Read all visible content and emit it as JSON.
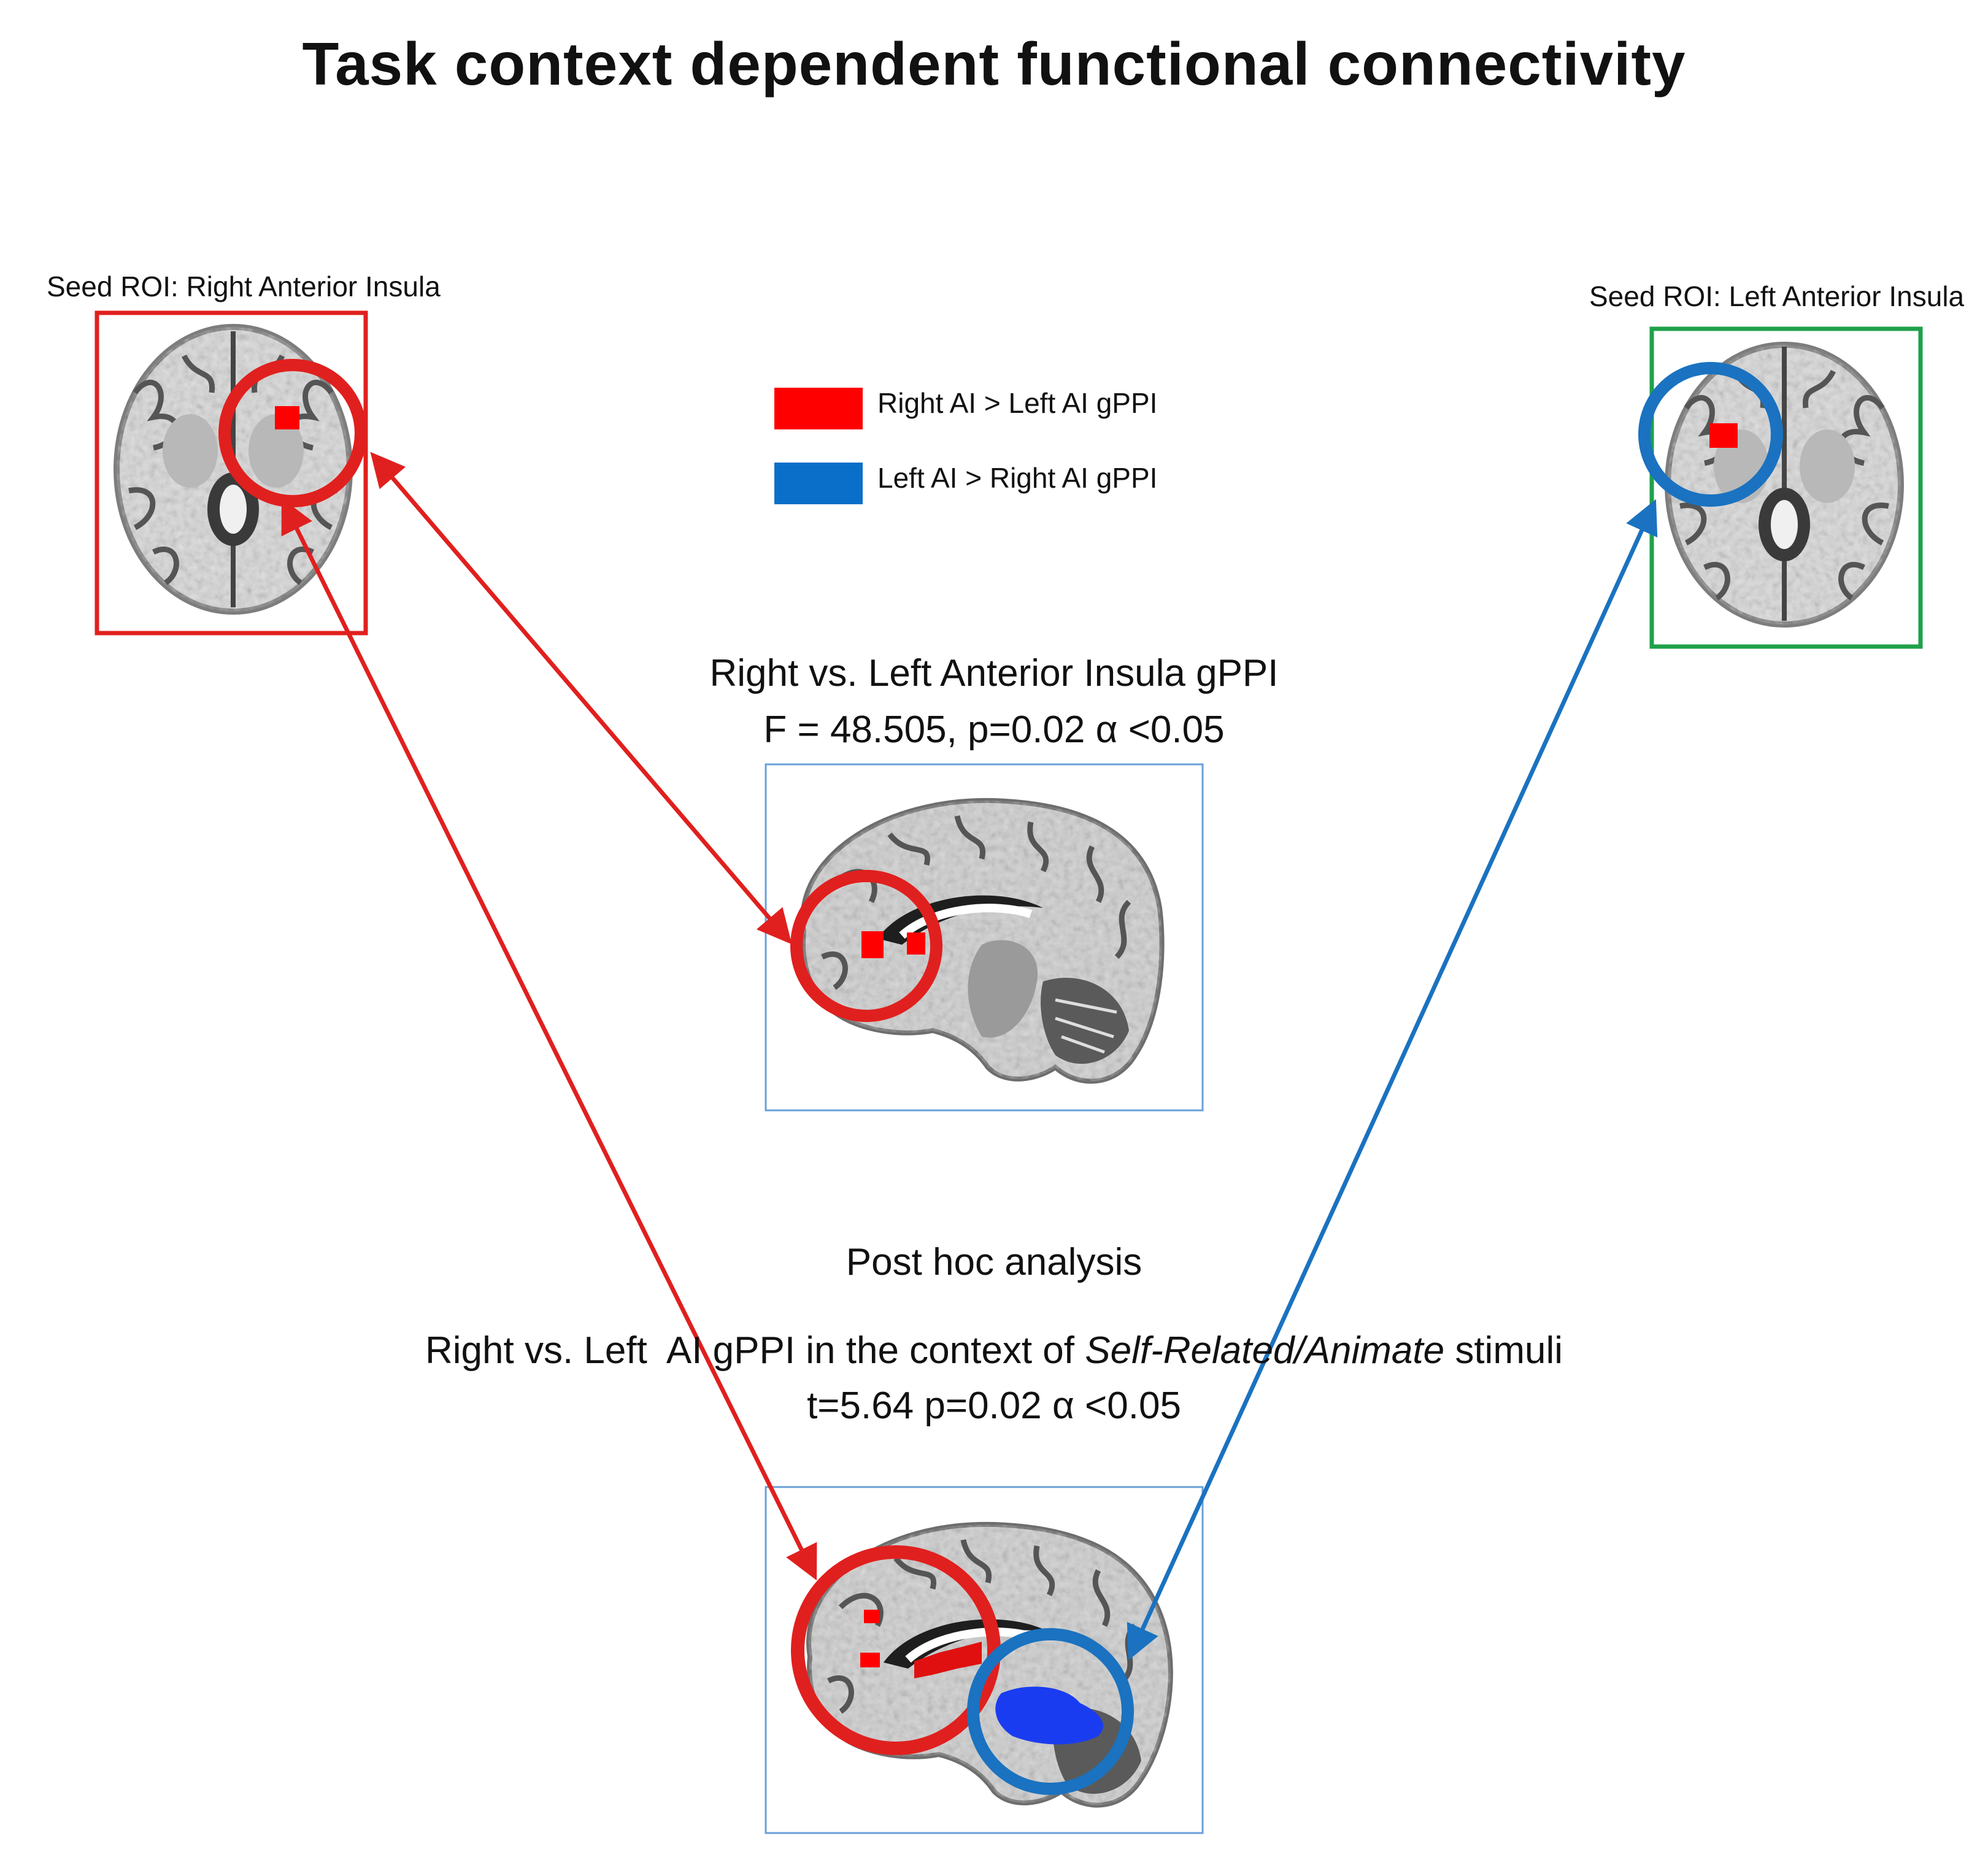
{
  "title": "Task context dependent functional connectivity",
  "seeds": {
    "right": {
      "label": "Seed ROI: Right Anterior Insula",
      "box_color": "#e0201e",
      "ring_color": "#e0201e"
    },
    "left": {
      "label": "Seed ROI: Left Anterior Insula",
      "box_color": "#1fa14a",
      "ring_color": "#1a72c0"
    }
  },
  "legend": [
    {
      "label": "Right AI > Left AI gPPI",
      "color": "#ff0000"
    },
    {
      "label": "Left AI > Right AI gPPI",
      "color": "#0a6fc9"
    }
  ],
  "main_result": {
    "title": "Right vs. Left Anterior Insula gPPI",
    "stats": "F = 48.505, p=0.02 α <0.05"
  },
  "posthoc": {
    "title": "Post hoc analysis",
    "context_prefix": "Right vs. Left  AI gPPI in the context of ",
    "context_italic": "Self-Related/Animate",
    "context_suffix": " stimuli",
    "stats": "t=5.64 p=0.02 α <0.05"
  },
  "colors": {
    "red": "#e0201e",
    "blue": "#1a72c0",
    "green": "#1fa14a",
    "frame": "#6aa0d8"
  },
  "icons": [
    "brain-axial-icon",
    "brain-sagittal-icon",
    "double-arrow-icon"
  ]
}
